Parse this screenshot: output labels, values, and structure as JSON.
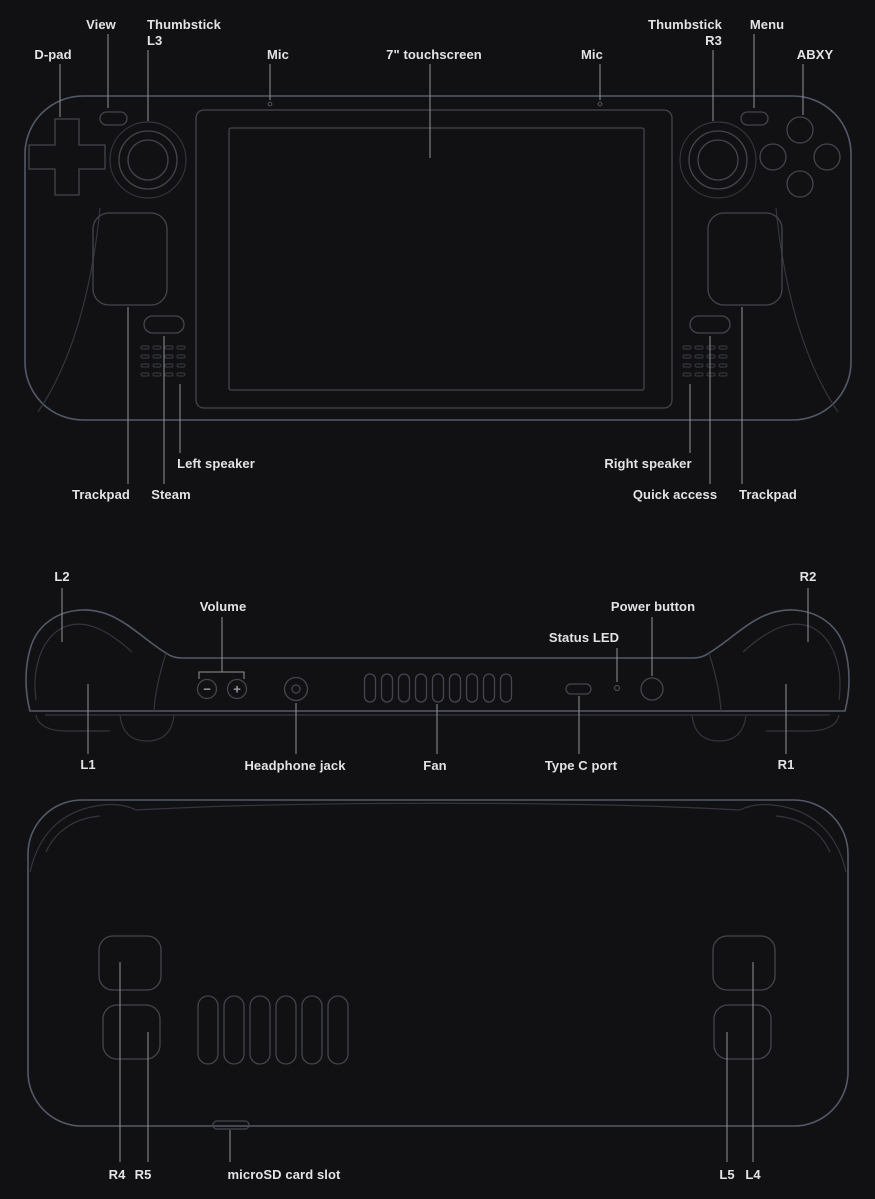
{
  "diagram": {
    "device": "Handheld console hardware callout diagram",
    "colors": {
      "background": "#111114",
      "body_outline": "#525a68",
      "detail_outline": "#43464e",
      "leader_line": "#8f9298",
      "label_text": "#e2e3e5"
    },
    "front": {
      "view": "View",
      "thumbstick": "Thumbstick",
      "l3": "L3",
      "dpad": "D-pad",
      "mic_left": "Mic",
      "touchscreen": "7\" touchscreen",
      "mic_right": "Mic",
      "r3": "R3",
      "menu": "Menu",
      "abxy": "ABXY",
      "left_speaker": "Left speaker",
      "trackpad_left": "Trackpad",
      "steam": "Steam",
      "right_speaker": "Right speaker",
      "quick_access": "Quick access",
      "trackpad_right": "Trackpad"
    },
    "top": {
      "l2": "L2",
      "volume": "Volume",
      "volume_minus": "−",
      "volume_plus": "+",
      "status_led": "Status LED",
      "power_button": "Power button",
      "r2": "R2",
      "l1": "L1",
      "headphone_jack": "Headphone jack",
      "fan": "Fan",
      "type_c_port": "Type C port",
      "r1": "R1"
    },
    "back": {
      "r4": "R4",
      "r5": "R5",
      "microsd": "microSD card slot",
      "l5": "L5",
      "l4": "L4"
    }
  }
}
